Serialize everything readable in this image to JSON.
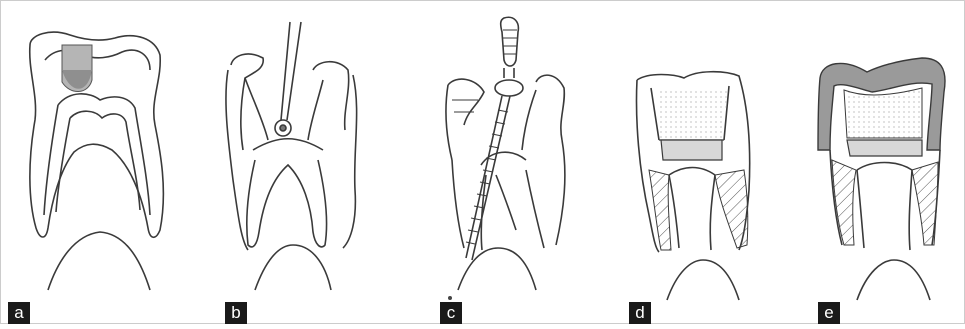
{
  "figure": {
    "panels": [
      {
        "id": "a",
        "label": "a",
        "label_bg": "#1a1a1a"
      },
      {
        "id": "b",
        "label": "b",
        "label_bg": "#1a1a1a"
      },
      {
        "id": "c",
        "label": "c",
        "label_bg": "#1a1a1a"
      },
      {
        "id": "d",
        "label": "d",
        "label_bg": "#1a1a1a"
      },
      {
        "id": "e",
        "label": "e",
        "label_bg": "#1a1a1a"
      }
    ],
    "colors": {
      "line": "#3a3a3a",
      "fill_gray": "#c9c9c9",
      "fill_dark": "#9a9a9a",
      "paper": "#ffffff"
    }
  }
}
